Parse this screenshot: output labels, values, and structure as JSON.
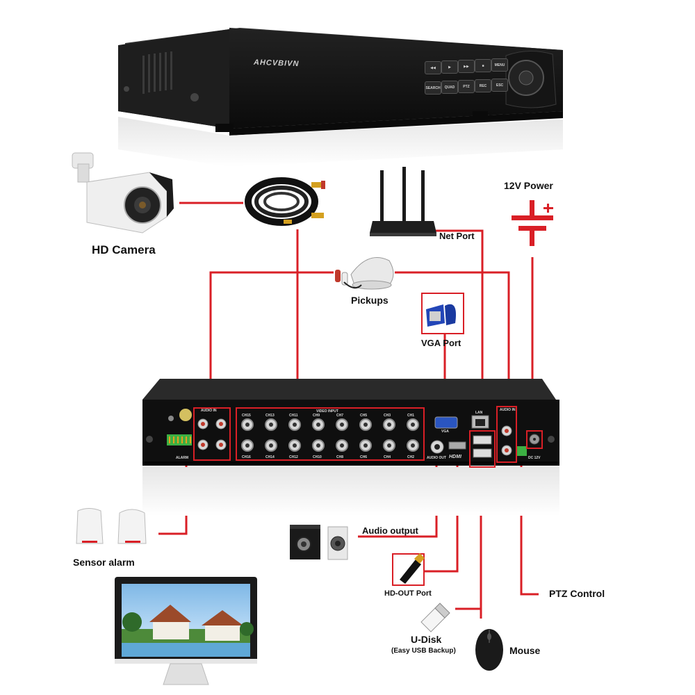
{
  "brand": "AHCVBIVN",
  "front_panel": {
    "buttons": [
      "◀◀",
      "▶",
      "▶▶",
      "■",
      "MENU",
      "SEARCH",
      "QUAD",
      "PTZ",
      "REC",
      "ESC"
    ]
  },
  "labels": {
    "hd_camera": "HD Camera",
    "pickups": "Pickups",
    "net_port": "Net Port",
    "power": "12V Power",
    "vga_port": "VGA Port",
    "audio_output": "Audio output",
    "hd_out_port": "HD-OUT Port",
    "u_disk": "U-Disk",
    "u_disk_sub": "(Easy USB Backup)",
    "mouse": "Mouse",
    "ptz_control": "PTZ Control",
    "sensor_alarm": "Sensor alarm"
  },
  "rear_panel": {
    "audio_in_left": "AUDIO IN",
    "audio_in_right": "AUDIO IN",
    "video_input": "VIDEO INPUT",
    "channels_top": [
      "CH15",
      "CH13",
      "CH11",
      "CH9",
      "CH7",
      "CH5",
      "CH3",
      "CH1"
    ],
    "channels_bottom": [
      "CH16",
      "CH14",
      "CH12",
      "CH10",
      "CH8",
      "CH6",
      "CH4",
      "CH2"
    ],
    "vga": "VGA",
    "lan": "LAN",
    "audio_out": "AUDIO OUT",
    "hdmi": "HDMI",
    "dc": "DC 12V",
    "alarm": "ALARM"
  },
  "colors": {
    "wire": "#d91f26",
    "device": "#1c1c1c"
  }
}
